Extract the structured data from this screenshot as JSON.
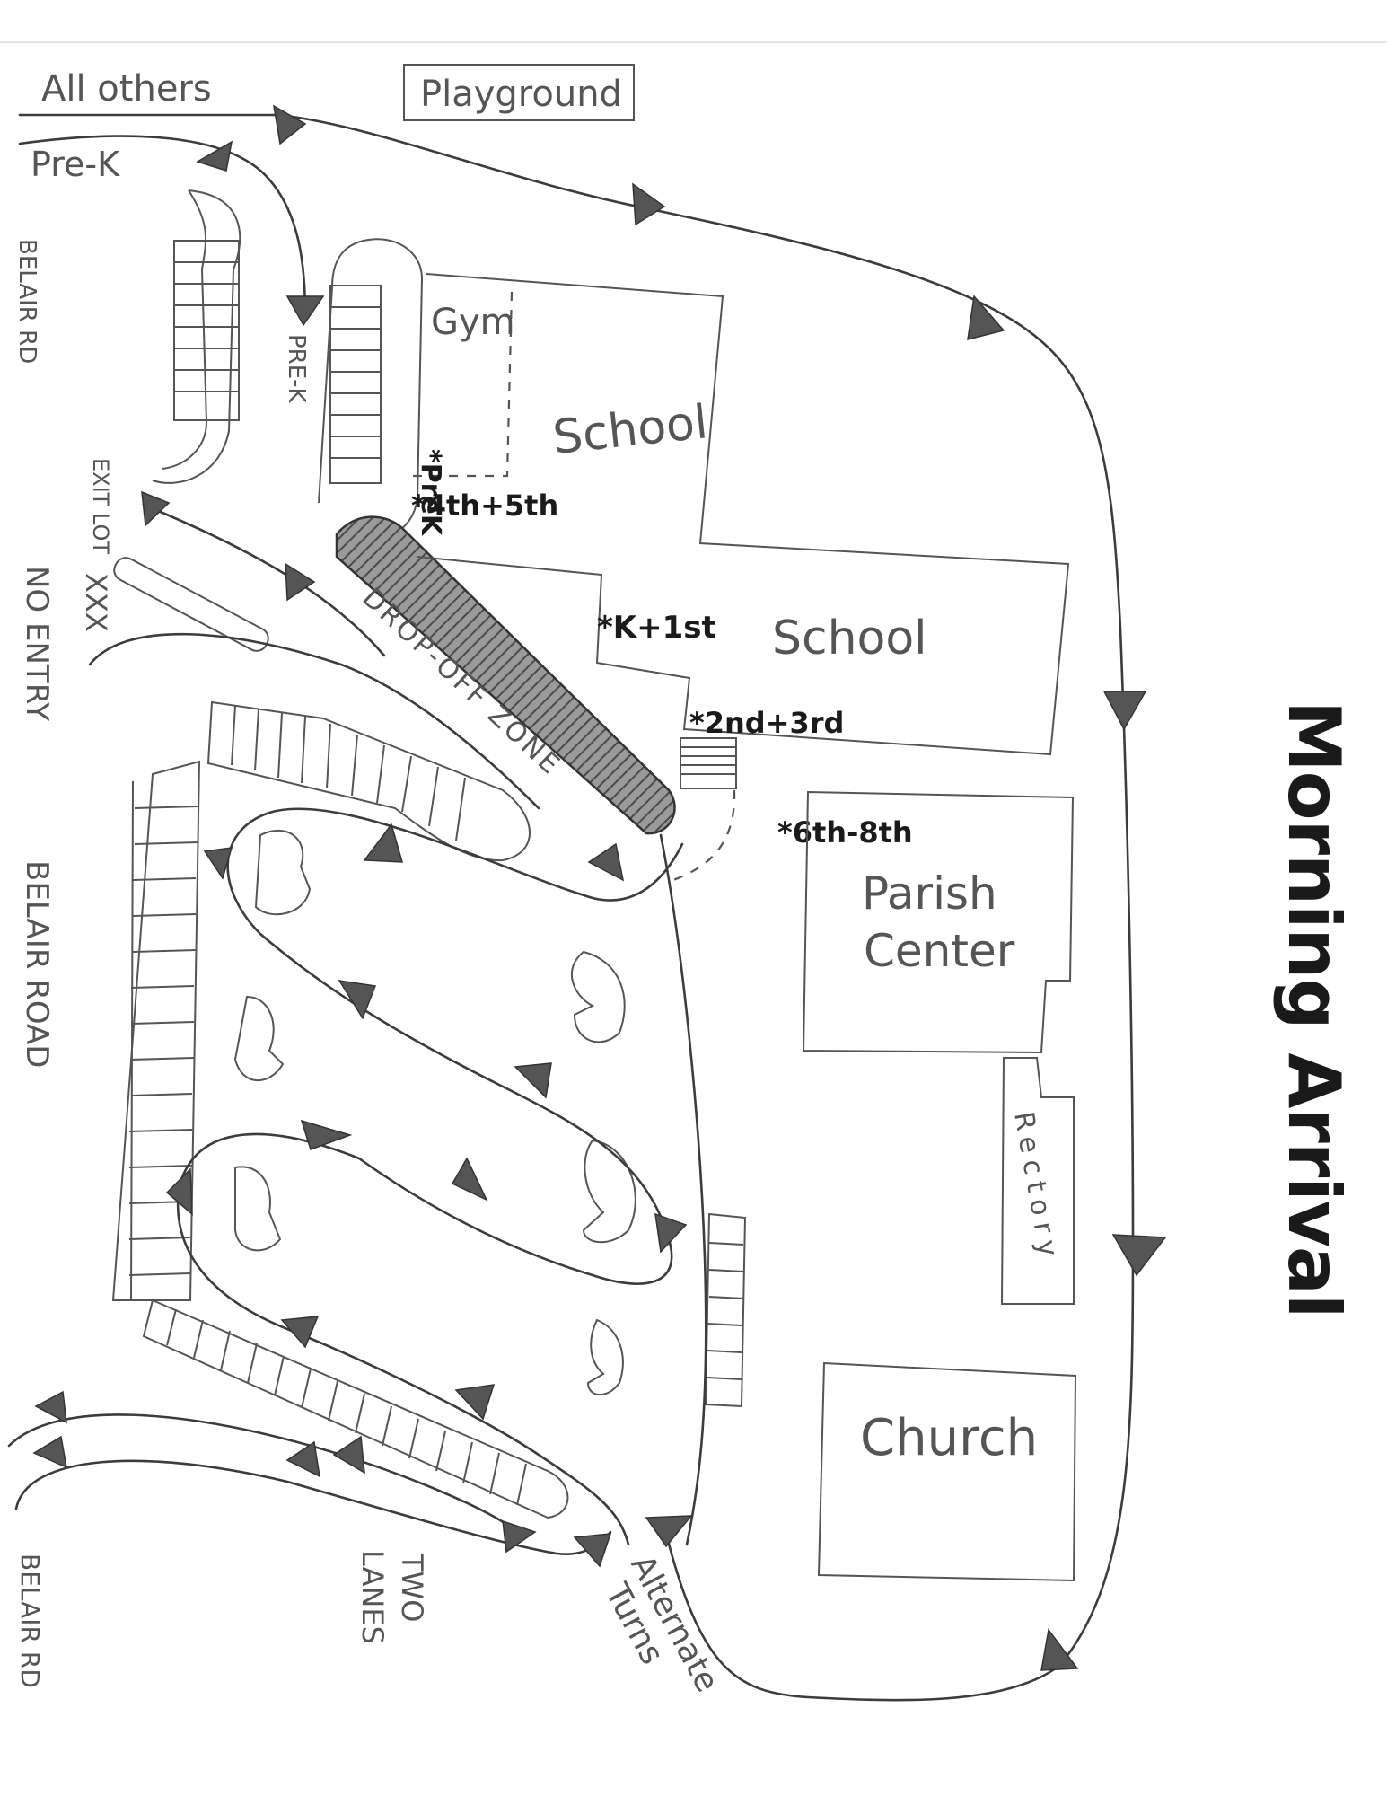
{
  "title": "Morning Arrival",
  "top_labels": {
    "all_others": "All others",
    "playground": "Playground",
    "pre_k": "Pre-K"
  },
  "roads": {
    "belair_rd_top": "BELAIR RD",
    "belair_road_mid": "BELAIR ROAD",
    "belair_rd_bottom": "BELAIR RD"
  },
  "lot_labels": {
    "pre_k_lane": "PRE-K",
    "exit_lot": "EXIT LOT",
    "xxx": "XXX",
    "no_entry": "NO ENTRY",
    "drop_off_zone": "DROP-OFF ZONE",
    "two_lanes": "TWO LANES",
    "alternate_turns": "Alternate Turns"
  },
  "buildings": {
    "gym": "Gym",
    "school_upper": "School",
    "school_lower": "School",
    "parish_center_line1": "Parish",
    "parish_center_line2": "Center",
    "rectory": "Rectory",
    "church": "Church"
  },
  "entrances": {
    "pre_k": "*PreK",
    "g4_5": "*4th+5th",
    "k_1": "*K+1st",
    "g2_3": "*2nd+3rd",
    "g6_8": "*6th-8th"
  }
}
